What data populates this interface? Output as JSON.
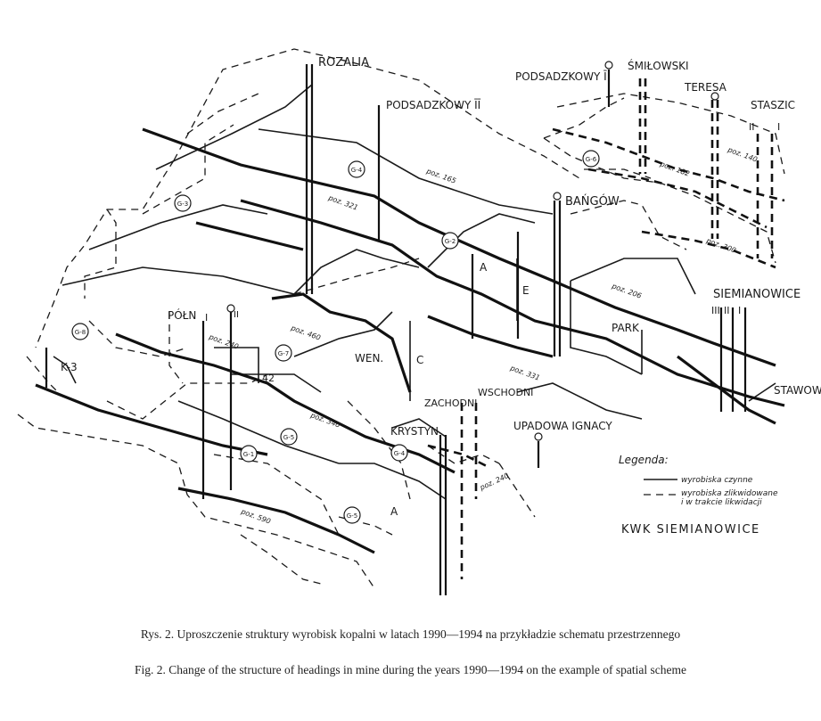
{
  "shafts": {
    "rozalia": "ROZALIA",
    "podsadzkowy_2": "PODSADZKOWY ĪĪ",
    "podsadzkowy_1": "PODSADZKOWY Ī",
    "smilowski": "ŚMIŁOWSKI",
    "teresa": "TERESA",
    "staszic": "STASZIC",
    "bangow": "BAŃGÓW",
    "siemianowice": "SIEMIANOWICE",
    "staszic_roman_2": "II",
    "staszic_roman_1": "I",
    "siem_roman_3": "III",
    "siem_roman_2": "II",
    "siem_roman_1": "I",
    "poln": "PÓŁN",
    "poln_roman_1": "I",
    "poln_roman_2": "II",
    "krystyn": "KRYSTYN",
    "zachodni": "ZACHODNI",
    "wschodni": "WSCHODNI",
    "upadowa_ignacy": "UPADOWA IGNACY",
    "park": "PARK",
    "stawowy": "STAWOWY",
    "wen": "WEN.",
    "a_upper": "A",
    "e": "E",
    "c": "C",
    "a_lower": "A",
    "k3": "K-3",
    "n42": "42"
  },
  "levels": {
    "poz165": "poz. 165",
    "poz321": "poz. 321",
    "poz182": "poz. 182",
    "poz140": "poz. 140",
    "poz300": "poz. 300",
    "poz206": "poz. 206",
    "poz331": "poz. 331",
    "poz460": "poz. 460",
    "poz240a": "poz. 240",
    "poz340": "poz. 340",
    "poz240b": "poz. 240",
    "poz590": "poz. 590"
  },
  "g_labels": {
    "g3": "G-3",
    "g4": "G-4",
    "g6": "G-6",
    "g2": "G-2",
    "g8": "G-8",
    "g7": "G-7",
    "g5": "G-5",
    "g1": "G-1",
    "g42": "G-4",
    "g9": "G-5"
  },
  "legend": {
    "title": "Legenda:",
    "active": "wyrobiska czynne",
    "liquidated_1": "wyrobiska zlikwidowane",
    "liquidated_2": "i w trakcie likwidacji",
    "mine_name": "KWK SIEMIANOWICE"
  },
  "captions": {
    "pl": "Rys. 2. Uproszczenie struktury wyrobisk kopalni w latach 1990—1994 na przykładzie schematu przestrzennego",
    "en": "Fig. 2. Change of the structure of headings in mine during the years 1990—1994 on the example of spatial scheme"
  }
}
